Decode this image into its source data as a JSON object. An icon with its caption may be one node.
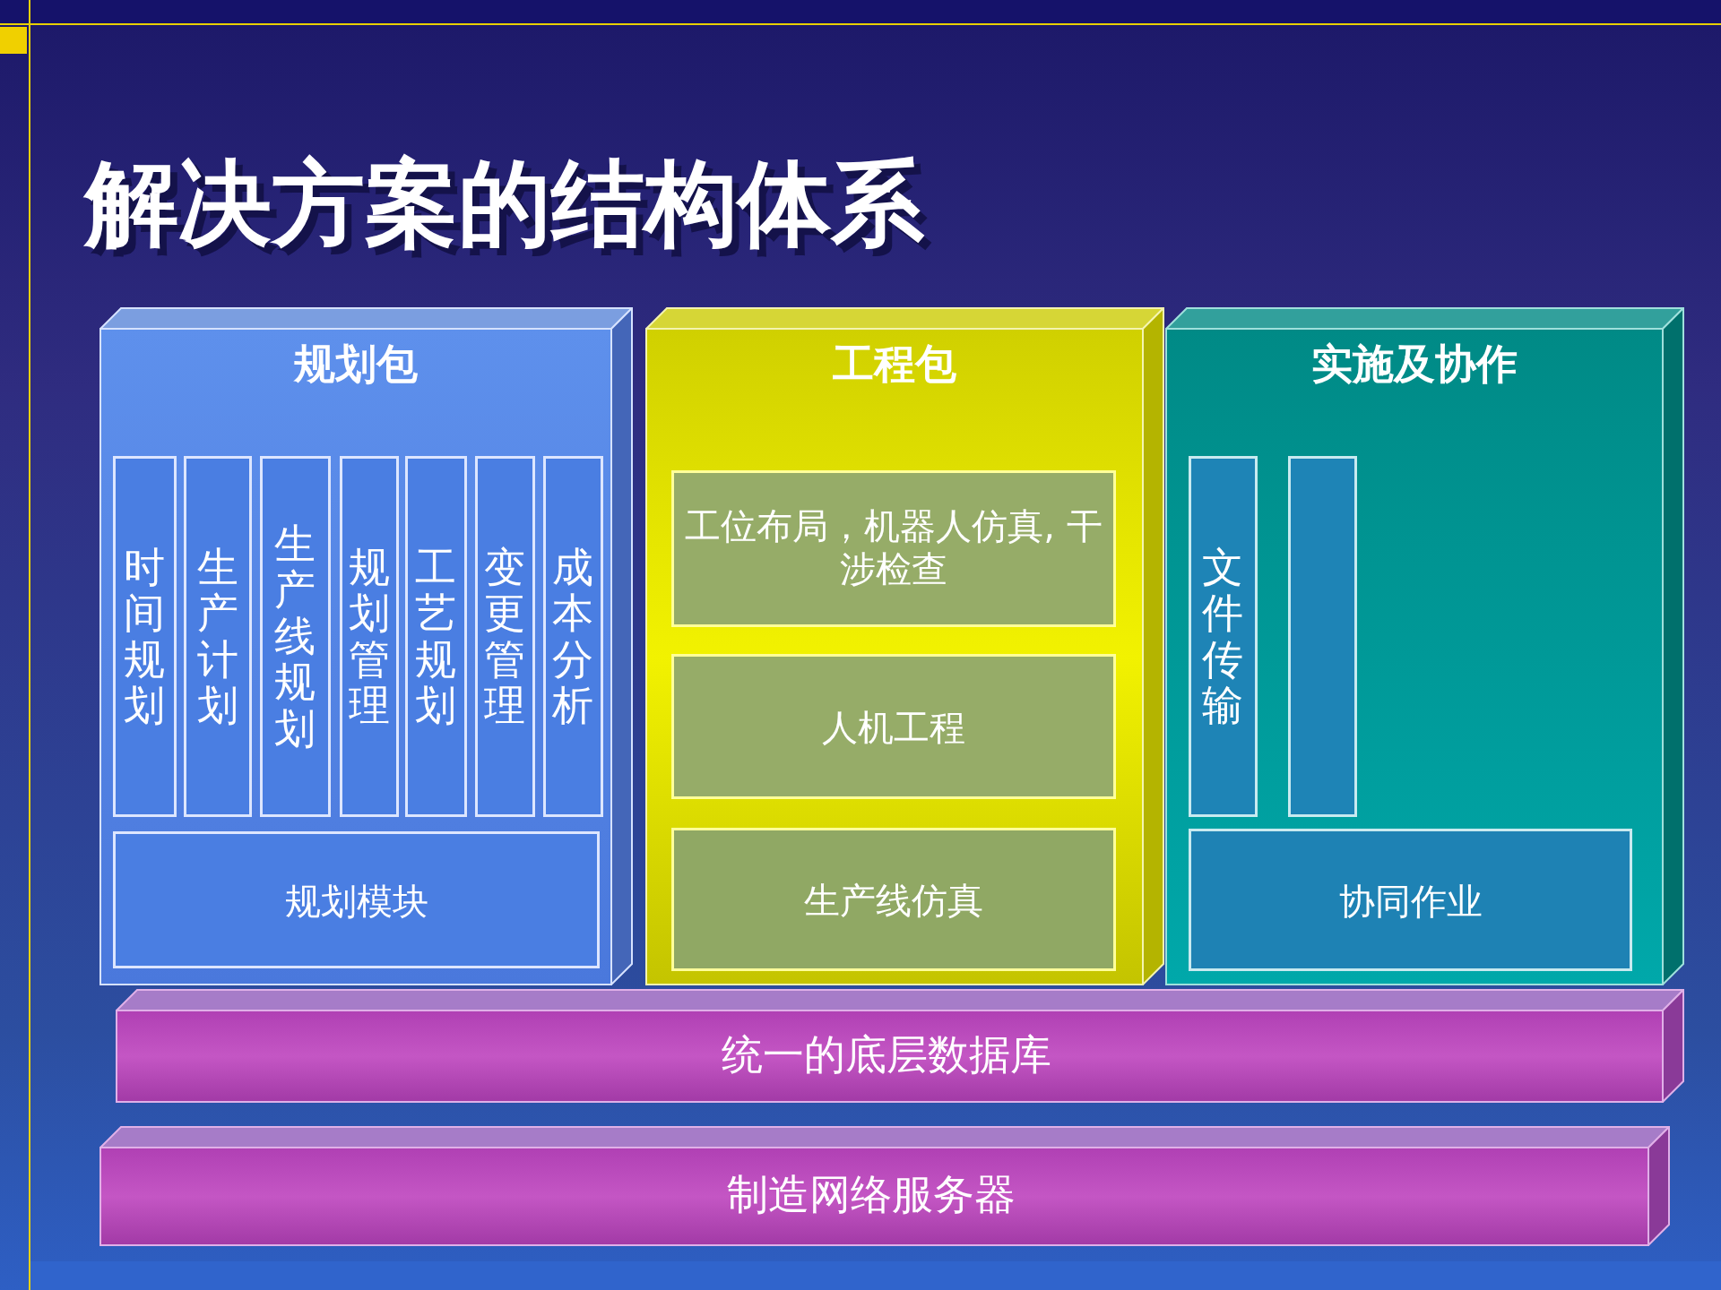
{
  "diagram": {
    "title": "解决方案的结构体系",
    "nodes": [
      {
        "text": [
          "规划包"
        ]
      },
      {
        "text": [
          "时间规划"
        ],
        "in": 0
      },
      {
        "text": [
          "生产计划"
        ],
        "in": 0
      },
      {
        "text": [
          "生产线规划"
        ],
        "in": 0
      },
      {
        "text": [
          "规划管理"
        ],
        "in": 0
      },
      {
        "text": [
          "工艺规划"
        ],
        "in": 0
      },
      {
        "text": [
          "变更管理"
        ],
        "in": 0
      },
      {
        "text": [
          "成本分析"
        ],
        "in": 0
      },
      {
        "text": [
          "规划模块"
        ],
        "in": 0
      },
      {
        "text": [
          "工程包"
        ]
      },
      {
        "text": [
          "工位布局，机器人仿真, 干涉检查"
        ],
        "in": 9
      },
      {
        "text": [
          "人机工程"
        ],
        "in": 9
      },
      {
        "text": [
          "生产线仿真"
        ],
        "in": 9
      },
      {
        "text": [
          "实施及协作"
        ]
      },
      {
        "text": [
          "文件传输"
        ],
        "in": 13
      },
      {
        "text": [],
        "shape": "box",
        "in": 13
      },
      {
        "text": [
          "协同作业"
        ],
        "in": 13
      },
      {
        "text": [
          "统一的底层数据库"
        ]
      },
      {
        "text": [
          "制造网络服务器"
        ]
      }
    ],
    "edges": []
  }
}
